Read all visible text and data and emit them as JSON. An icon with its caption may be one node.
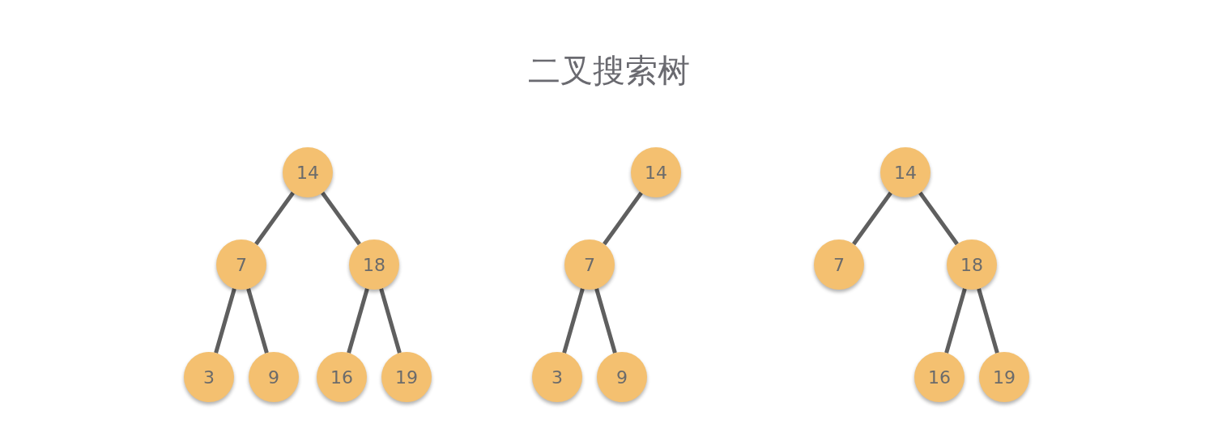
{
  "diagram": {
    "title": "二叉搜索树",
    "nodes": [
      {
        "text": [
          "14"
        ]
      },
      {
        "text": [
          "7"
        ]
      },
      {
        "text": [
          "18"
        ]
      },
      {
        "text": [
          "3"
        ]
      },
      {
        "text": [
          "9"
        ]
      },
      {
        "text": [
          "16"
        ]
      },
      {
        "text": [
          "19"
        ]
      },
      {
        "text": [
          "14"
        ]
      },
      {
        "text": [
          "7"
        ]
      },
      {
        "text": [
          "3"
        ]
      },
      {
        "text": [
          "9"
        ]
      },
      {
        "text": [
          "14"
        ]
      },
      {
        "text": [
          "7"
        ]
      },
      {
        "text": [
          "18"
        ]
      },
      {
        "text": [
          "16"
        ]
      },
      {
        "text": [
          "19"
        ]
      }
    ],
    "edges": [
      {
        "from": 0,
        "to": 1,
        "arrow": "none"
      },
      {
        "from": 0,
        "to": 2,
        "arrow": "none"
      },
      {
        "from": 1,
        "to": 3,
        "arrow": "none"
      },
      {
        "from": 1,
        "to": 4,
        "arrow": "none"
      },
      {
        "from": 2,
        "to": 5,
        "arrow": "none"
      },
      {
        "from": 2,
        "to": 6,
        "arrow": "none"
      },
      {
        "from": 7,
        "to": 8,
        "arrow": "none"
      },
      {
        "from": 8,
        "to": 9,
        "arrow": "none"
      },
      {
        "from": 8,
        "to": 10,
        "arrow": "none"
      },
      {
        "from": 11,
        "to": 12,
        "arrow": "none"
      },
      {
        "from": 11,
        "to": 13,
        "arrow": "none"
      },
      {
        "from": 13,
        "to": 14,
        "arrow": "none"
      },
      {
        "from": 13,
        "to": 15,
        "arrow": "none"
      }
    ]
  }
}
